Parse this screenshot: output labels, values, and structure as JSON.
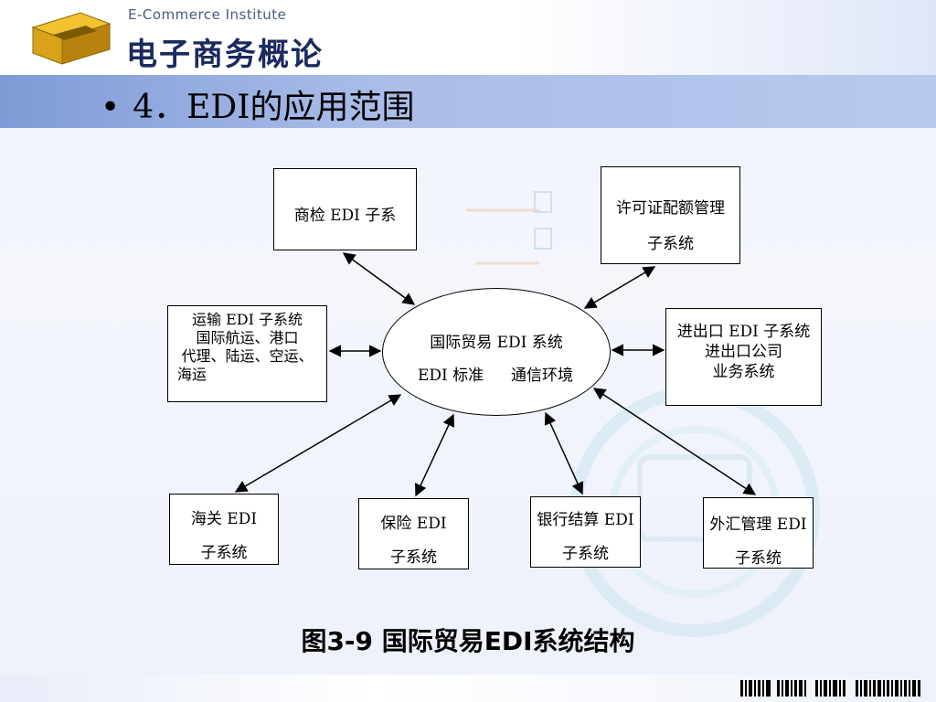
{
  "header": {
    "institute": "E-Commerce Institute",
    "title": "电子商务概论"
  },
  "slide": {
    "bullet": "•",
    "heading": "4．EDI的应用范围"
  },
  "diagram": {
    "center": {
      "line1": "国际贸易 EDI 系统",
      "line2a": "EDI 标准",
      "line2b": "通信环境"
    },
    "nodes": {
      "shangjian": [
        "商检 EDI 子系"
      ],
      "xukezheng": [
        "许可证配额管理",
        "子系统"
      ],
      "yunshu": [
        "运输 EDI 子系统",
        "国际航运、港口",
        "代理、陆运、空运、",
        "海运"
      ],
      "jinchukou": [
        "进出口 EDI 子系统",
        "进出口公司",
        "业务系统"
      ],
      "haiguan": [
        "海关 EDI",
        "子系统"
      ],
      "baoxian": [
        "保险 EDI",
        "子系统"
      ],
      "yinhang": [
        "银行结算 EDI",
        "子系统"
      ],
      "waihui": [
        "外汇管理 EDI",
        "子系统"
      ]
    }
  },
  "caption": "图3-9  国际贸易EDI系统结构",
  "colors": {
    "band": "#a9bde8",
    "title": "#1a2a5e",
    "line": "#000000"
  }
}
